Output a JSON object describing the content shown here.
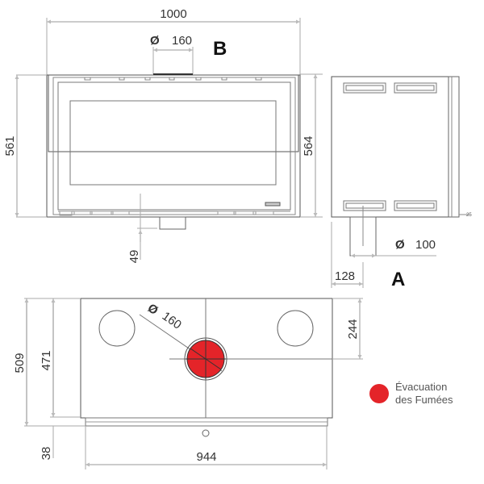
{
  "diagram": {
    "front_view": {
      "label": "B",
      "width_dim": "1000",
      "flue_diameter": "Ø 160",
      "flue_diameter_value": "160",
      "height_left_dim": "561",
      "height_right_dim": "564",
      "bottom_offset_dim": "49"
    },
    "side_view": {
      "label": "A",
      "inlet_diameter": "Ø 100",
      "inlet_diameter_value": "100",
      "inlet_offset_dim": "128"
    },
    "top_view": {
      "flue_diameter": "Ø 160",
      "flue_diameter_value": "160",
      "height_outer_dim": "509",
      "height_inner_dim": "471",
      "base_dim": "38",
      "flue_offset_dim": "244",
      "width_dim": "944"
    },
    "legend": {
      "color": "#e42429",
      "line1": "Évacuation",
      "line2": "des Fumées"
    }
  }
}
